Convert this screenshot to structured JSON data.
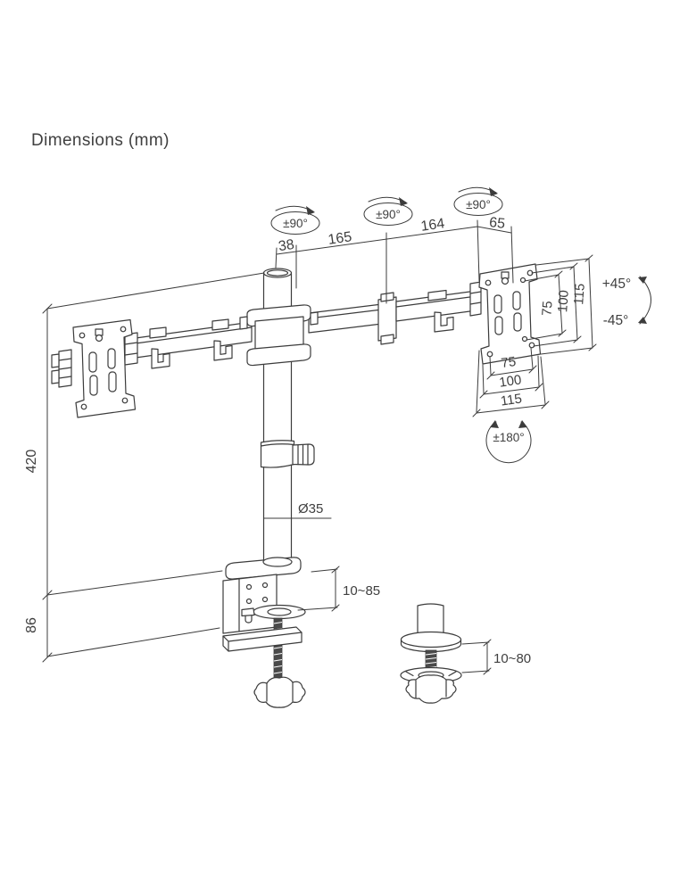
{
  "title": "Dimensions (mm)",
  "colors": {
    "line": "#3c3c3c",
    "text": "#3f3f3f",
    "background": "#ffffff"
  },
  "dims": {
    "top_pole_width": "38",
    "top_arm_segment_1": "165",
    "top_arm_segment_2": "164",
    "top_plate_offset": "65",
    "pole_height": "420",
    "base_height": "86",
    "pole_diameter": "Ø35",
    "vesa_v_inner": "75",
    "vesa_v_mid": "100",
    "vesa_v_outer": "115",
    "vesa_h_inner": "75",
    "vesa_h_mid": "100",
    "vesa_h_outer": "115",
    "clamp_range": "10~85",
    "grommet_range": "10~80"
  },
  "angles": {
    "swivel_1": "±90°",
    "swivel_2": "±90°",
    "swivel_3": "±90°",
    "tilt_up": "+45°",
    "tilt_down": "-45°",
    "rotate": "±180°"
  }
}
